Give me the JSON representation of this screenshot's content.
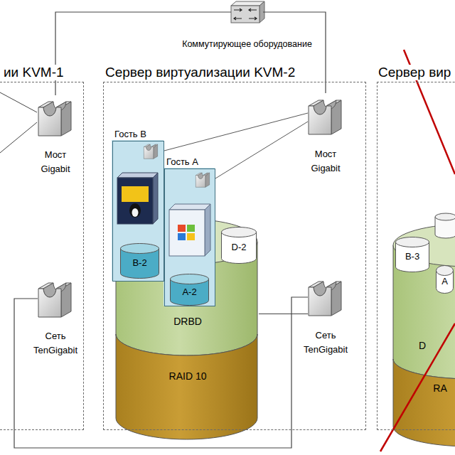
{
  "diagram": {
    "nodes": [
      {
        "text": [
          "Коммутирующее оборудование"
        ]
      },
      {
        "text": [
          "ии KVM-1"
        ]
      },
      {
        "text": [
          "Мост Gigabit"
        ],
        "in": 1
      },
      {
        "text": [
          "Сеть TenGigabit"
        ],
        "in": 1
      },
      {
        "text": [
          "Сервер виртуализации KVM-2"
        ]
      },
      {
        "text": [
          "Гость B"
        ],
        "in": 4
      },
      {
        "text": [
          "Гость A"
        ],
        "in": 4
      },
      {
        "text": [
          "B-2"
        ],
        "in": 5
      },
      {
        "text": [
          "A-2"
        ],
        "in": 6
      },
      {
        "text": [
          "DRBD"
        ],
        "in": 4
      },
      {
        "text": [
          "RAID 10"
        ],
        "in": 4
      },
      {
        "text": [
          "D-2"
        ],
        "in": 4
      },
      {
        "text": [
          "Мост Gigabit"
        ],
        "in": 4
      },
      {
        "text": [
          "Сеть TenGigabit"
        ],
        "in": 4
      },
      {
        "text": [
          "Сервер вир"
        ]
      },
      {
        "text": [
          "B-3"
        ],
        "in": 14
      },
      {
        "text": [
          "A"
        ],
        "in": 14
      },
      {
        "text": [
          "D"
        ],
        "in": 14
      },
      {
        "text": [
          "RA"
        ],
        "in": 14
      }
    ],
    "edges": [
      {
        "from": 0,
        "to": 2,
        "arrow": "none"
      },
      {
        "from": 0,
        "to": 12,
        "arrow": "none"
      },
      {
        "from": 12,
        "to": 5,
        "arrow": "none"
      },
      {
        "from": 12,
        "to": 6,
        "arrow": "none"
      },
      {
        "from": 13,
        "to": 9,
        "arrow": "none"
      },
      {
        "from": 3,
        "to": 13,
        "arrow": "none"
      }
    ]
  }
}
